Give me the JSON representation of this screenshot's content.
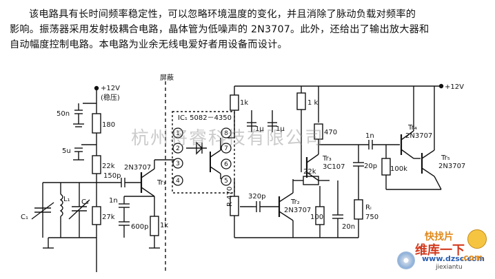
{
  "description": {
    "line1": "该电路具有长时间频率稳定性，可以忽略环境温度的变化，并且消除了脉动负载对频率的",
    "line2": "影响。振荡器采用发射极耦合电路，晶体管为低噪声的 2N3707。此外，还给出了输出放大器和",
    "line3": "自动幅度控制电路。本电路为业余无线电爱好者用设备而设计。"
  },
  "schematic": {
    "shield_label": "屏蔽",
    "supply_left": "+12V",
    "supply_left_note": "(稳压)",
    "supply_right": "+12V",
    "ic_label": "IC₁ 5082－4350",
    "pins": [
      "1",
      "2",
      "3",
      "4",
      "5",
      "6",
      "7",
      "8"
    ],
    "components": {
      "c_50n": "50n",
      "c_5u": "5u",
      "c_150p": "150p",
      "c1": "C₁",
      "l1": "L₁",
      "c2": "C₂",
      "r_180": "180",
      "r_22k_top": "22k",
      "r_27k": "27k",
      "q1_type": "2N3707",
      "q1_name": "Tr₁",
      "c_1n_a": "1n",
      "c_600p": "600p",
      "r_1k_emitter": "1k",
      "r_1k_top": "1k",
      "r_1k_right": "1 k",
      "c_1u_a": "1μ",
      "c_1u_b": "1μ",
      "r_470_pot": "R 470",
      "c_320p": "320p",
      "q2_name": "Tr₂",
      "q2_type": "2N3707",
      "r_22k_fb": "22k",
      "r_100": "100",
      "c_20n": "20n",
      "r_470": "470",
      "q3_name": "Tr₃",
      "q3_type": "3C107",
      "c_1n_b": "1n",
      "c_20p": "20p",
      "r_l": "Rₗ",
      "r_l_value": "750",
      "r_100k": "100k",
      "q4_name": "Tr₄",
      "q4_type": "2N3707",
      "q5_name": "Tr₅",
      "q5_type": "2N3707"
    }
  },
  "watermark": "杭州将睿科技有限公司",
  "logo": {
    "line1": "快找片",
    "line2": "维库一下",
    "line3": "www.dzsc.com",
    "line4": "jiexiantu",
    "line5": ".com"
  }
}
